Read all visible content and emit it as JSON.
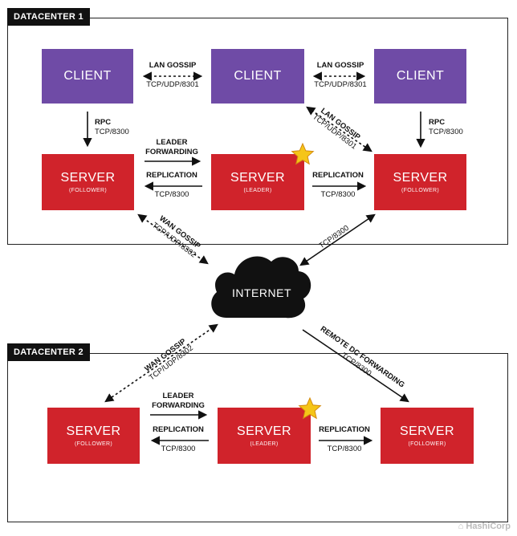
{
  "dc1": {
    "title": "DATACENTER 1"
  },
  "dc2": {
    "title": "DATACENTER 2"
  },
  "client_label": "CLIENT",
  "server_label": "SERVER",
  "role_follower": "(FOLLOWER)",
  "role_leader": "(LEADER)",
  "internet": "INTERNET",
  "lan_gossip": "LAN GOSSIP",
  "lan_port": "TCP/UDP/8301",
  "wan_gossip": "WAN GOSSIP",
  "wan_port": "TCP/UDP/8302",
  "rpc": "RPC",
  "tcp8300": "TCP/8300",
  "leader_forwarding_1": "LEADER",
  "leader_forwarding_2": "FORWARDING",
  "replication": "REPLICATION",
  "remote_dc_forwarding": "REMOTE DC FORWARDING",
  "logo": "HashiCorp",
  "colors": {
    "client": "#6f4ba6",
    "server": "#d0232b",
    "star": "#f5c518"
  }
}
